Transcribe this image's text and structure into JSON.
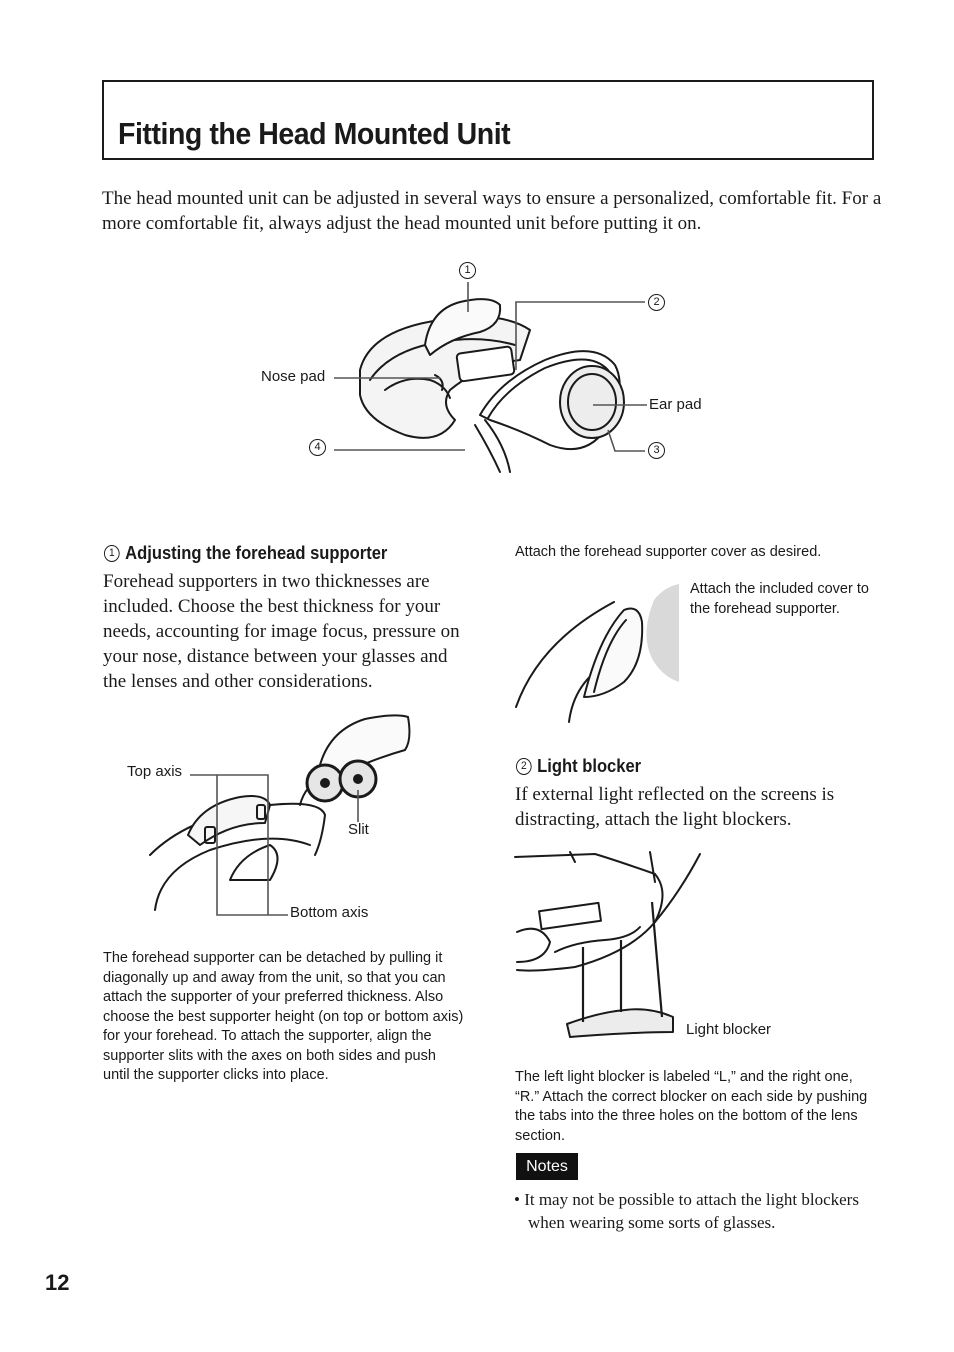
{
  "page": {
    "title": "Fitting the Head Mounted Unit",
    "intro": "The head mounted unit can be adjusted in several ways to ensure a personalized, comfortable fit. For a more comfortable fit, always adjust the head mounted unit before putting it on.",
    "page_number": "12"
  },
  "main_figure": {
    "nose_pad": "Nose pad",
    "ear_pad": "Ear pad",
    "callout_1": "1",
    "callout_2": "2",
    "callout_3": "3",
    "callout_4": "4"
  },
  "section1": {
    "number": "1",
    "heading": "Adjusting the forehead supporter",
    "body": "Forehead supporters in two thicknesses are included. Choose the best thickness for your needs, accounting for image focus, pressure on your nose, distance between your glasses and the lenses and other considerations.",
    "top_axis": "Top axis",
    "slit": "Slit",
    "bottom_axis": "Bottom axis",
    "caption": "The forehead supporter can be detached by pulling it diagonally up and away from the unit, so that you can attach the supporter of your preferred thickness. Also choose the best supporter height (on top or bottom axis) for your forehead. To attach the supporter, align the supporter slits with the axes on both sides and push until the supporter clicks into place."
  },
  "cover": {
    "intro": "Attach the forehead supporter cover as desired.",
    "label": "Attach the included cover to the forehead supporter."
  },
  "section2": {
    "number": "2",
    "heading": "Light blocker",
    "body": "If external light reflected on the screens is distracting, attach the light blockers.",
    "label": "Light blocker",
    "caption": "The left light blocker is labeled “L,” and the right one, “R.” Attach the correct blocker on each side by pushing the tabs into the three holes on the bottom of the lens section."
  },
  "notes": {
    "badge": "Notes",
    "items": [
      "It may not be possible to attach the light blockers when wearing some sorts of glasses."
    ]
  }
}
